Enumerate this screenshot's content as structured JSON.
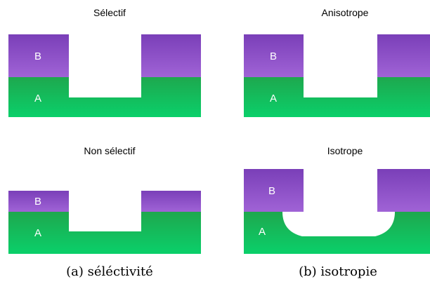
{
  "panels": {
    "selectif": {
      "title": "Sélectif",
      "label_b": "B",
      "label_a": "A"
    },
    "non_selectif": {
      "title": "Non sélectif",
      "label_b": "B",
      "label_a": "A"
    },
    "anisotrope": {
      "title": "Anisotrope",
      "label_b": "B",
      "label_a": "A"
    },
    "isotrope": {
      "title": "Isotrope",
      "label_b": "B",
      "label_a": "A"
    }
  },
  "captions": {
    "left": "(a) séléctivité",
    "right": "(b) isotropie"
  },
  "colors": {
    "layer_b_top": "#7a3fb8",
    "layer_b_bottom": "#a063d6",
    "layer_a_top": "#1ea84e",
    "layer_a_bottom": "#0ad06a"
  }
}
